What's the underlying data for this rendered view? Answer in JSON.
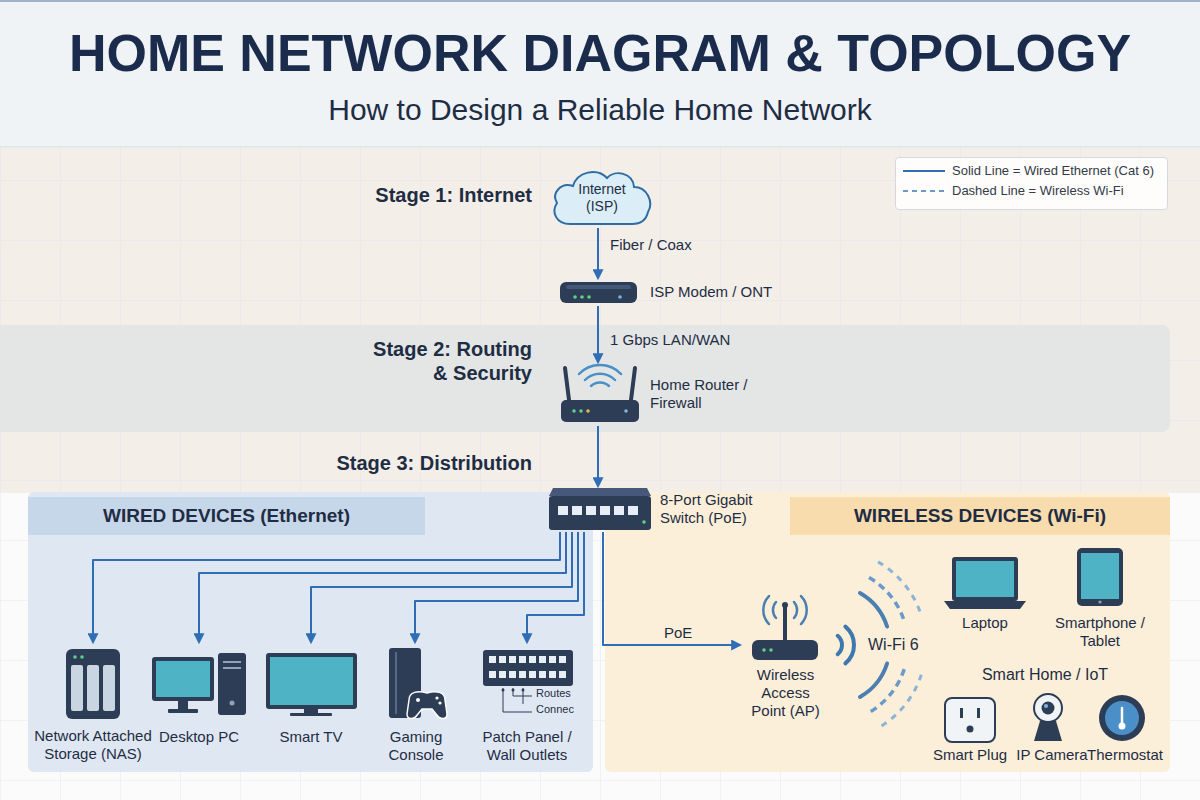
{
  "diagram": {
    "title": "HOME NETWORK DIAGRAM & TOPOLOGY",
    "caption": "How to Design a Reliable Home Network",
    "nodes": [
      {
        "text": [
          "Stage 1: Internet"
        ]
      },
      {
        "text": [
          "Internet (ISP)"
        ],
        "in": 0
      },
      {
        "text": [
          "ISP Modem / ONT"
        ],
        "in": 0
      },
      {
        "text": [
          "Stage 2: Routing & Security"
        ]
      },
      {
        "text": [
          "Home Router / Firewall"
        ],
        "in": 3
      },
      {
        "text": [
          "8-Port Gigabit Switch (PoE)"
        ]
      },
      {
        "text": [
          "WIRED DEVICES (Ethernet)"
        ]
      },
      {
        "text": [
          "WIRELESS DEVICES (Wi-Fi)"
        ]
      },
      {
        "text": [
          "Network Attached Storage (NAS)"
        ],
        "in": 6
      },
      {
        "text": [
          "Desktop PC"
        ],
        "in": 6
      },
      {
        "text": [
          "Smart TV"
        ],
        "in": 6
      },
      {
        "text": [
          "Gaming Console"
        ],
        "in": 6
      },
      {
        "text": [
          "Patch Panel / Wall Outlets"
        ],
        "in": 6
      },
      {
        "text": [
          "Wireless Access Point (AP)"
        ],
        "in": 7
      },
      {
        "text": [
          "Laptop"
        ],
        "in": 7
      },
      {
        "text": [
          "Smartphone / Tablet"
        ],
        "in": 7
      },
      {
        "text": [
          "Smart Plug"
        ],
        "in": 7
      },
      {
        "text": [
          "IP Camera"
        ],
        "in": 7
      },
      {
        "text": [
          "Thermostat"
        ],
        "in": 7
      }
    ],
    "edges": [
      {
        "from": 1,
        "to": 2,
        "arrow": "to",
        "label": "Fiber / Coax"
      },
      {
        "from": 2,
        "to": 4,
        "arrow": "to",
        "label": "1 Gbps LAN/WAN"
      },
      {
        "from": 4,
        "to": 5,
        "arrow": "to"
      },
      {
        "from": 5,
        "to": 8,
        "arrow": "to"
      },
      {
        "from": 5,
        "to": 9,
        "arrow": "to"
      },
      {
        "from": 5,
        "to": 10,
        "arrow": "to"
      },
      {
        "from": 5,
        "to": 11,
        "arrow": "to"
      },
      {
        "from": 5,
        "to": 12,
        "arrow": "to"
      },
      {
        "from": 5,
        "to": 13,
        "arrow": "to",
        "label": "PoE"
      }
    ],
    "labels": [
      "Stage 3: Distribution",
      "Routes",
      "Connec",
      "Smart Home / IoT",
      "Wi-Fi 6"
    ],
    "legend": [
      {
        "text": "Solid Line = Wired Ethernet (Cat 6)"
      },
      {
        "text": "Dashed Line = Wireless Wi-Fi"
      }
    ]
  }
}
